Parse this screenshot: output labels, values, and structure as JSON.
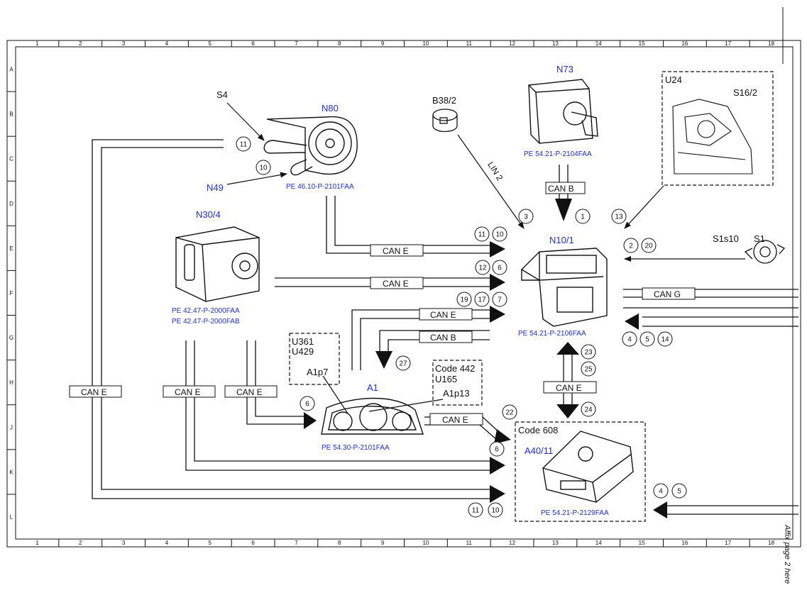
{
  "grid": {
    "columns": [
      "1",
      "2",
      "3",
      "4",
      "5",
      "6",
      "7",
      "8",
      "9",
      "10",
      "11",
      "12",
      "13",
      "14",
      "15",
      "16",
      "17",
      "18"
    ],
    "rows": [
      "A",
      "B",
      "C",
      "D",
      "E",
      "F",
      "G",
      "H",
      "J",
      "K",
      "L"
    ]
  },
  "components": {
    "S4": "S4",
    "N80": "N80",
    "N49": "N49",
    "N30_4": "N30/4",
    "B38_2": "B38/2",
    "N73": "N73",
    "U24": "U24",
    "S16_2": "S16/2",
    "N10_1": "N10/1",
    "S1s10": "S1s10",
    "S1": "S1",
    "U361": "U361",
    "U429": "U429",
    "A1p7": "A1p7",
    "A1": "A1",
    "Code442": "Code 442",
    "U165": "U165",
    "A1p13": "A1p13",
    "Code608": "Code 608",
    "A40_11": "A40/11"
  },
  "refs": {
    "n80": "PE 46.10-P-2101FAA",
    "n73": "PE 54.21-P-2104FAA",
    "n30_a": "PE 42.47-P-2000FAA",
    "n30_b": "PE 42.47-P-2000FAB",
    "n10": "PE 54.21-P-2106FAA",
    "a1": "PE 54.30-P-2101FAA",
    "a40": "PE 54.21-P-2129FAA"
  },
  "buses": {
    "can_e": "CAN E",
    "can_b": "CAN B",
    "can_g": "CAN G",
    "lin2": "LIN 2"
  },
  "numbers": {
    "n11a": "11",
    "n10a": "10",
    "n3": "3",
    "n1": "1",
    "n13": "13",
    "n11b": "11",
    "n10b": "10",
    "n12": "12",
    "n6a": "6",
    "n19": "19",
    "n17": "17",
    "n7": "7",
    "n27": "27",
    "n2": "2",
    "n20": "20",
    "n4a": "4",
    "n5a": "5",
    "n14": "14",
    "n23": "23",
    "n25": "25",
    "n24": "24",
    "n6b": "6",
    "n22": "22",
    "n6c": "6",
    "n11c": "11",
    "n10c": "10",
    "n4b": "4",
    "n5b": "5"
  },
  "side_note": "Affix page 2 here"
}
